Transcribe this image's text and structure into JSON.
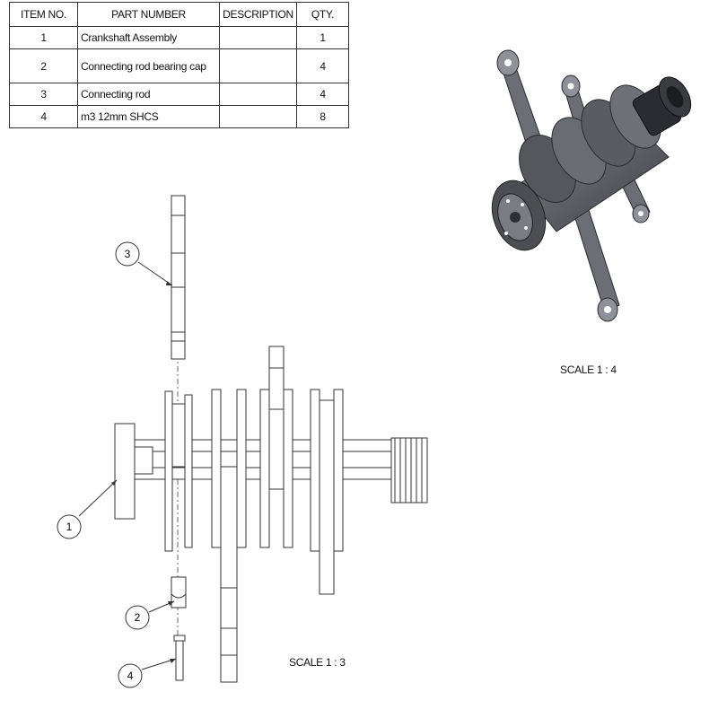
{
  "bom": {
    "headers": {
      "item_no": "ITEM NO.",
      "part_number": "PART NUMBER",
      "description": "DESCRIPTION",
      "qty": "QTY."
    },
    "rows": [
      {
        "item_no": "1",
        "part_number": "Crankshaft Assembly",
        "description": "",
        "qty": "1"
      },
      {
        "item_no": "2",
        "part_number": "Connecting rod bearing cap",
        "description": "",
        "qty": "4"
      },
      {
        "item_no": "3",
        "part_number": "Connecting rod",
        "description": "",
        "qty": "4"
      },
      {
        "item_no": "4",
        "part_number": "m3 12mm SHCS",
        "description": "",
        "qty": "8"
      }
    ]
  },
  "views": {
    "isometric_scale": "SCALE 1 : 4",
    "exploded_scale": "SCALE 1 : 3"
  },
  "balloons": [
    "1",
    "2",
    "3",
    "4"
  ]
}
